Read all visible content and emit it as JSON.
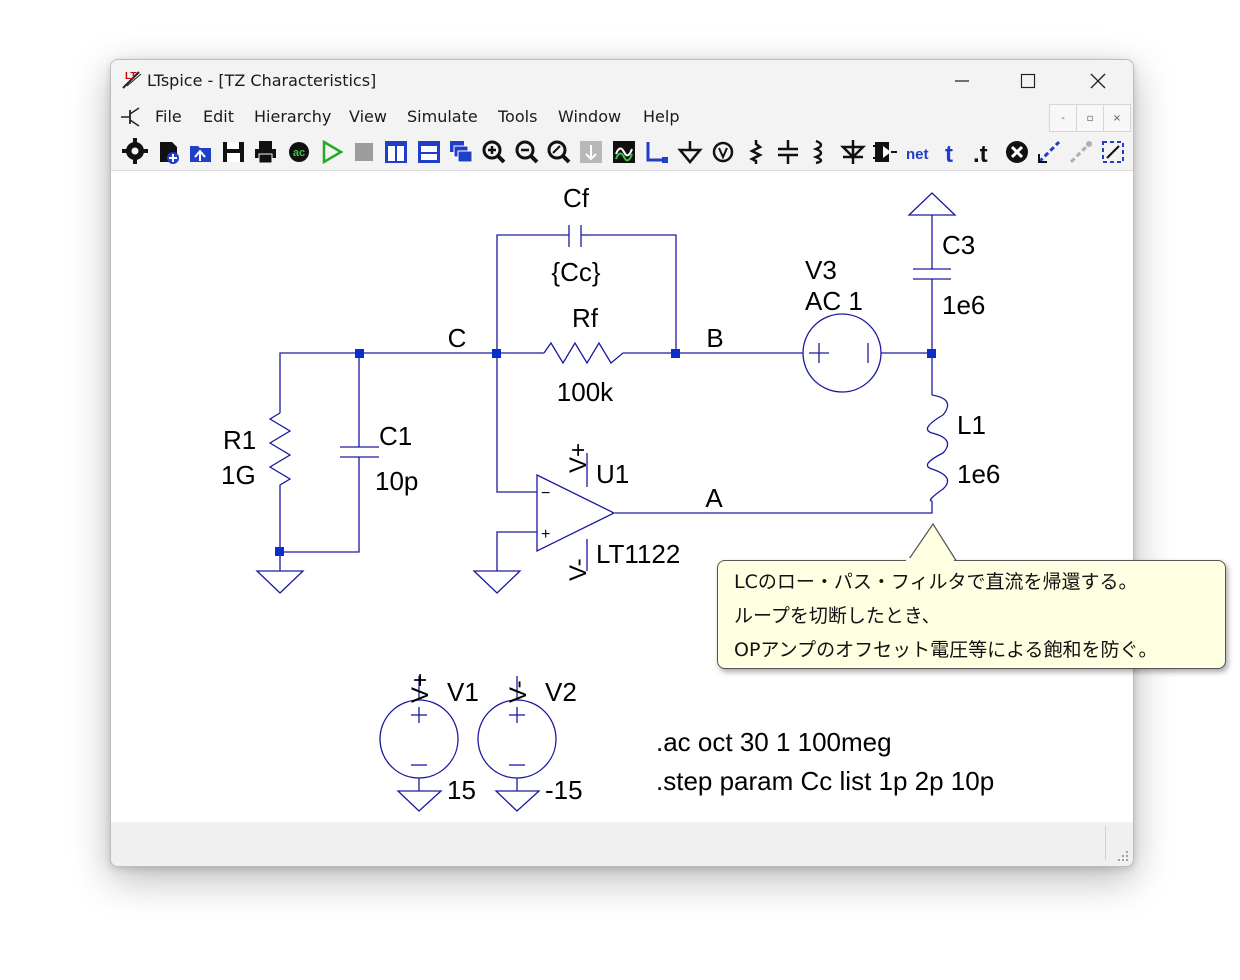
{
  "window": {
    "title": "LTspice - [TZ Characteristics]"
  },
  "menu": {
    "items": [
      "File",
      "Edit",
      "Hierarchy",
      "View",
      "Simulate",
      "Tools",
      "Window",
      "Help"
    ],
    "mdi": [
      "-",
      "▫",
      "×"
    ]
  },
  "toolbar": {
    "icons": [
      "settings-icon",
      "new-schematic-icon",
      "open-icon",
      "save-icon",
      "print-icon",
      "ac-analysis-icon",
      "run-icon",
      "halt-icon",
      "tile-vertical-icon",
      "tile-horizontal-icon",
      "cascade-icon",
      "zoom-in-icon",
      "zoom-out-icon",
      "zoom-fit-icon",
      "zoom-full-icon",
      "autorange-icon",
      "wire-icon",
      "ground-icon",
      "label-net-icon",
      "resistor-icon",
      "capacitor-icon",
      "inductor-icon",
      "diode-icon",
      "component-icon",
      "netlist-icon",
      "text-icon",
      "spice-directive-icon",
      "delete-icon",
      "duplicate-icon",
      "move-icon",
      "drag-icon"
    ],
    "net_label": "net",
    "text_label": "t",
    "directive_label": ".t",
    "ac_label": "ac"
  },
  "schematic": {
    "cf_name": "Cf",
    "cf_value": "{Cc}",
    "rf_name": "Rf",
    "rf_value": "100k",
    "r1_name": "R1",
    "r1_value": "1G",
    "c1_name": "C1",
    "c1_value": "10p",
    "node_c": "C",
    "node_b": "B",
    "node_a": "A",
    "v3_name": "V3",
    "v3_value": "AC 1",
    "c3_name": "C3",
    "c3_value": "1e6",
    "l1_name": "L1",
    "l1_value": "1e6",
    "u1_name": "U1",
    "u1_part": "LT1122",
    "vplus_label": "V+",
    "vminus_label": "V-",
    "opamp_minus": "−",
    "opamp_plus": "+",
    "v1_name": "V1",
    "v1_value": "15",
    "v2_name": "V2",
    "v2_value": "-15",
    "v1_top_label": "V+",
    "v2_top_label": "V-",
    "directive_ac": ".ac oct 30 1 100meg",
    "directive_step": ".step param Cc list 1p 2p 10p"
  },
  "callout": {
    "lines": [
      "LCのロー・パス・フィルタで直流を帰還する。",
      "ループを切断したとき、",
      "OPアンプのオフセット電圧等による飽和を防ぐ。"
    ]
  },
  "colors": {
    "wire": "#1a1aa0",
    "junction": "#0a2ecc",
    "toolbar_blue": "#1f3fc8",
    "callout_bg": "#ffffe1"
  }
}
